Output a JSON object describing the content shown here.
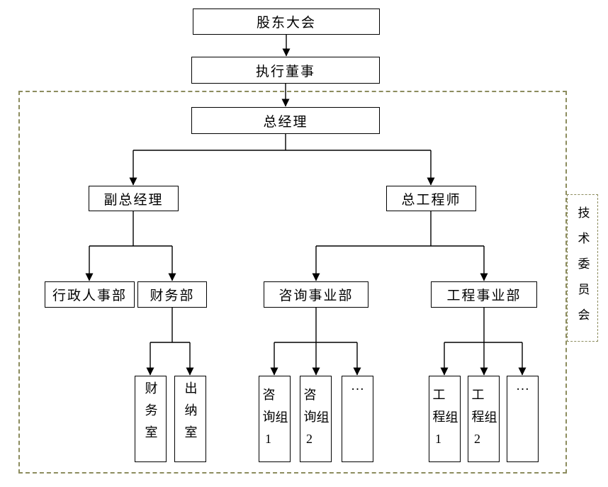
{
  "diagram": {
    "type": "org-chart",
    "nodes": {
      "shareholders": {
        "label": "股东大会"
      },
      "executive_director": {
        "label": "执行董事"
      },
      "general_manager": {
        "label": "总经理"
      },
      "deputy_general_manager": {
        "label": "副总经理"
      },
      "chief_engineer": {
        "label": "总工程师"
      },
      "admin_hr_dept": {
        "label": "行政人事部"
      },
      "finance_dept": {
        "label": "财务部"
      },
      "consulting_division": {
        "label": "咨询事业部"
      },
      "engineering_division": {
        "label": "工程事业部"
      },
      "finance_office": {
        "label": "财务室"
      },
      "cashier_office": {
        "label": "出纳室"
      },
      "consulting_group_1": {
        "label": "咨询1组"
      },
      "consulting_group_2": {
        "label": "咨询2组"
      },
      "consulting_more": {
        "label": "…"
      },
      "engineering_group_1": {
        "label": "工程1组"
      },
      "engineering_group_2": {
        "label": "工程2组"
      },
      "engineering_more": {
        "label": "…"
      },
      "technical_committee": {
        "label": "技术委员会"
      }
    },
    "edges": [
      {
        "from": "shareholders",
        "to": "executive_director"
      },
      {
        "from": "executive_director",
        "to": "general_manager"
      },
      {
        "from": "general_manager",
        "to": "deputy_general_manager"
      },
      {
        "from": "general_manager",
        "to": "chief_engineer"
      },
      {
        "from": "deputy_general_manager",
        "to": "admin_hr_dept"
      },
      {
        "from": "deputy_general_manager",
        "to": "finance_dept"
      },
      {
        "from": "chief_engineer",
        "to": "consulting_division"
      },
      {
        "from": "chief_engineer",
        "to": "engineering_division"
      },
      {
        "from": "finance_dept",
        "to": "finance_office"
      },
      {
        "from": "finance_dept",
        "to": "cashier_office"
      },
      {
        "from": "consulting_division",
        "to": "consulting_group_1"
      },
      {
        "from": "consulting_division",
        "to": "consulting_group_2"
      },
      {
        "from": "consulting_division",
        "to": "consulting_more"
      },
      {
        "from": "engineering_division",
        "to": "engineering_group_1"
      },
      {
        "from": "engineering_division",
        "to": "engineering_group_2"
      },
      {
        "from": "engineering_division",
        "to": "engineering_more"
      }
    ],
    "colors": {
      "node_border": "#000000",
      "connector": "#000000",
      "dashed_boundary": "#8C8C5E",
      "background": "#FFFFFF",
      "text": "#000000"
    }
  }
}
